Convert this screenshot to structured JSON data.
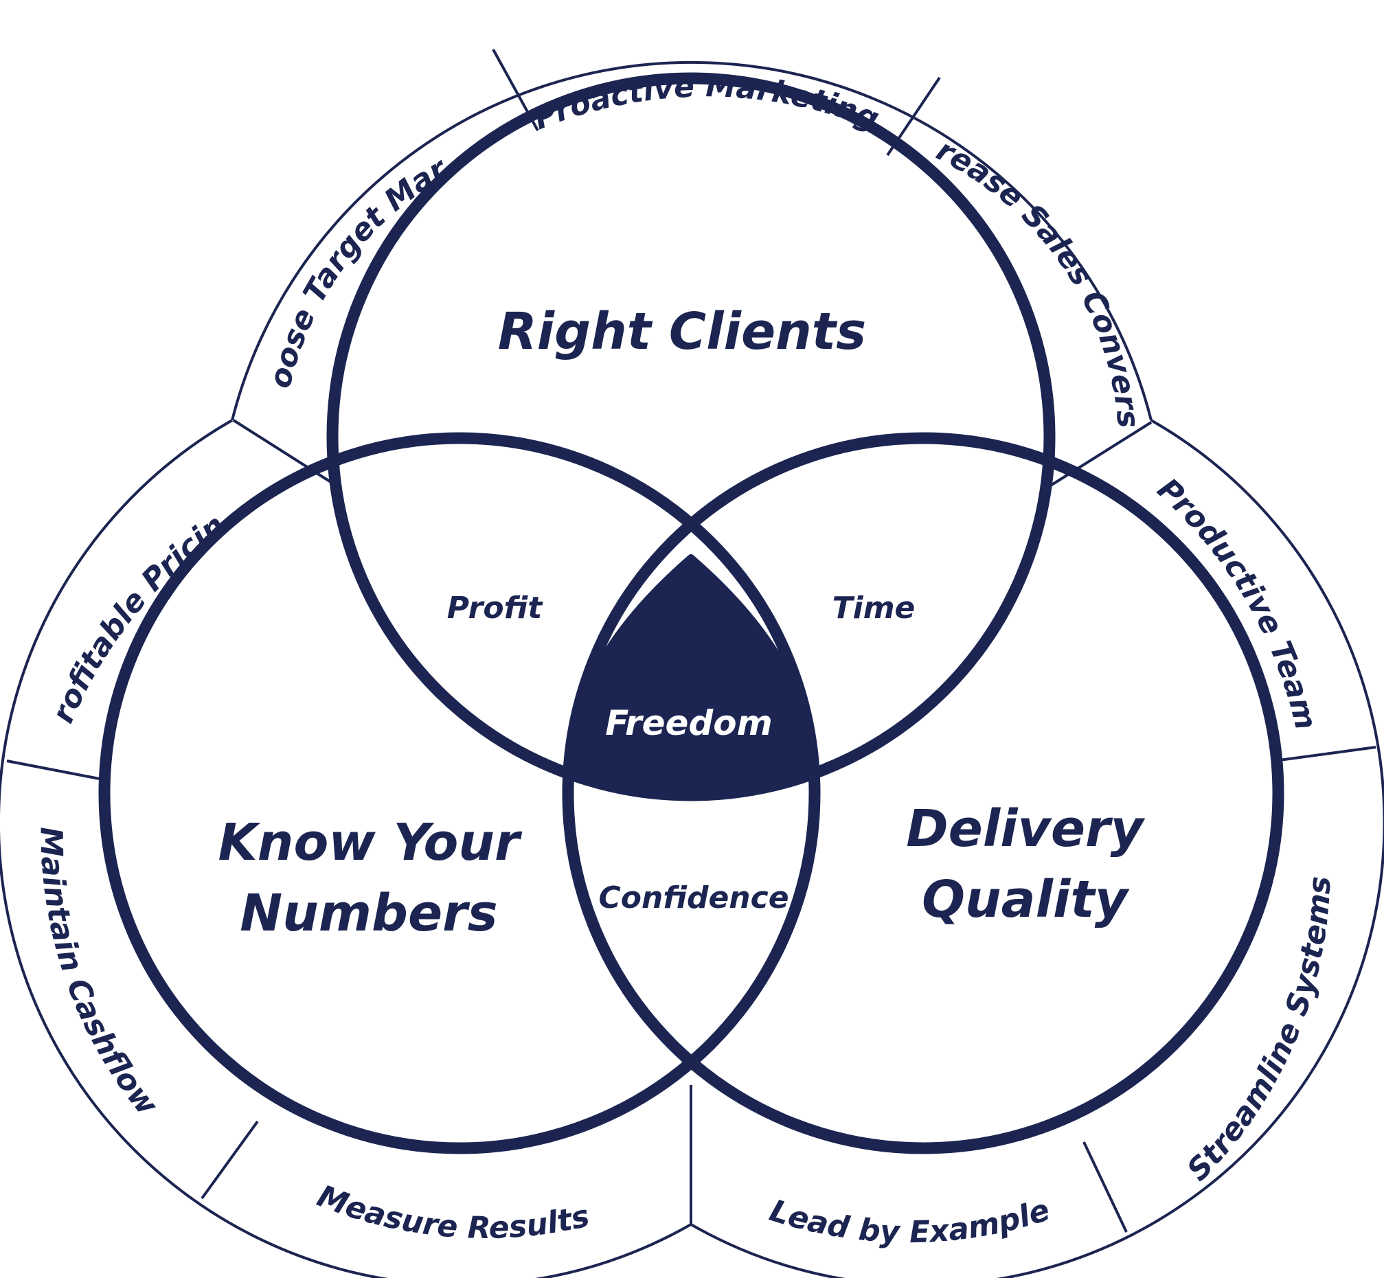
{
  "colors": {
    "primary": "#1c2551",
    "background": "#ffffff"
  },
  "circles": {
    "top": "Right Clients",
    "left_line1": "Know Your",
    "left_line2": "Numbers",
    "right_line1": "Delivery",
    "right_line2": "Quality"
  },
  "overlaps": {
    "top_left": "Profit",
    "top_right": "Time",
    "bottom": "Confidence",
    "center": "Freedom"
  },
  "outer_ring": {
    "proactive_marketing": "Proactive Marketing",
    "choose_target_market": "Choose Target Market",
    "increase_sales_conversion": "Increase Sales Conversion",
    "profitable_pricing": "Profitable Pricing",
    "maintain_cashflow": "Maintain Cashflow",
    "measure_results": "Measure Results",
    "lead_by_example": "Lead by Example",
    "streamline_systems": "Streamline Systems",
    "productive_team": "Productive Team"
  }
}
